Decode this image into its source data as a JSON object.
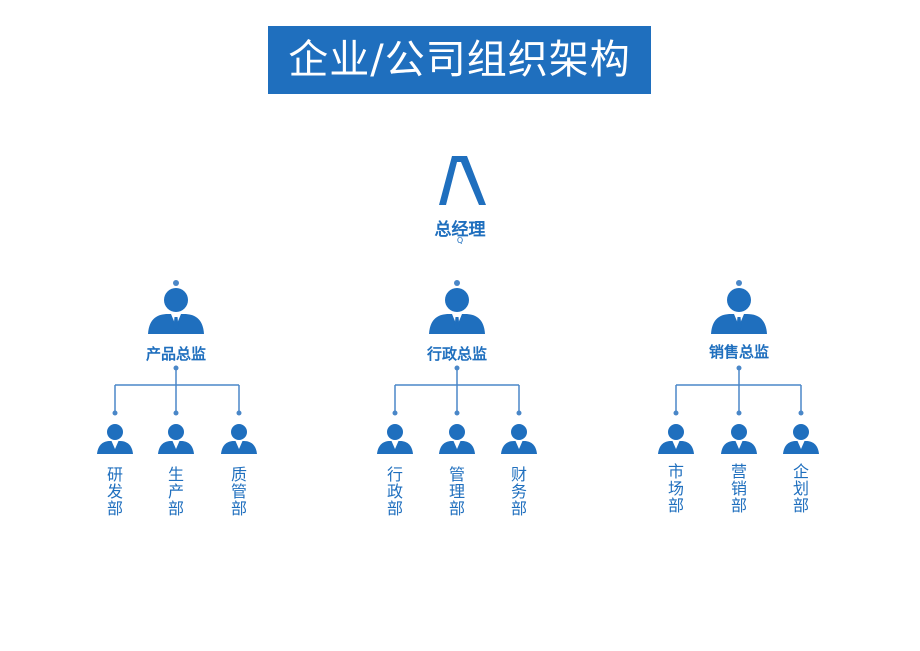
{
  "title": "企业/公司组织架构图",
  "colors": {
    "brand": "#1f6fbe",
    "line": "#4a87c8"
  },
  "ceo": {
    "icon": "chevron-up-icon",
    "label": "总经理",
    "sub": "Q"
  },
  "directors": [
    {
      "label": "产品总监",
      "departments": [
        "研发部",
        "生产部",
        "质管部"
      ]
    },
    {
      "label": "行政总监",
      "departments": [
        "行政部",
        "管理部",
        "财务部"
      ]
    },
    {
      "label": "销售总监",
      "departments": [
        "市场部",
        "营销部",
        "企划部"
      ]
    }
  ]
}
